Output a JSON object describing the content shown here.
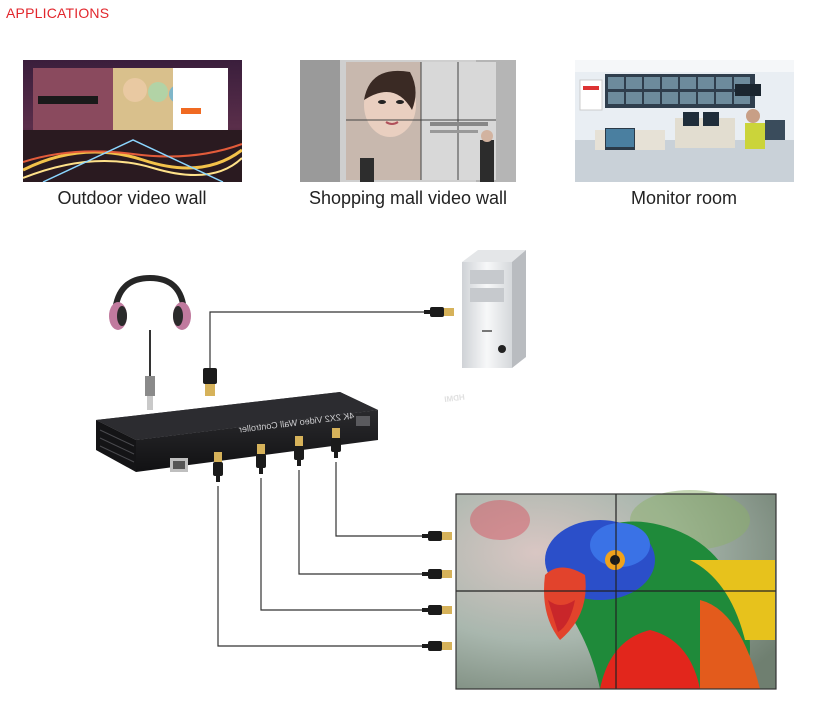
{
  "heading": "APPLICATIONS",
  "applications": [
    {
      "caption": "Outdoor video wall",
      "icon": "outdoor-billboard-photo"
    },
    {
      "caption": "Shopping mall video wall",
      "icon": "mall-video-wall-photo"
    },
    {
      "caption": "Monitor room",
      "icon": "control-room-photo"
    }
  ],
  "device": {
    "label": "4K 2X2 Video Wall Controller",
    "brand": "HDMI"
  },
  "colors": {
    "heading": "#e2262c",
    "device": "#1d1d1f",
    "cable": "#333333",
    "connector_gold": "#d6b25a"
  }
}
